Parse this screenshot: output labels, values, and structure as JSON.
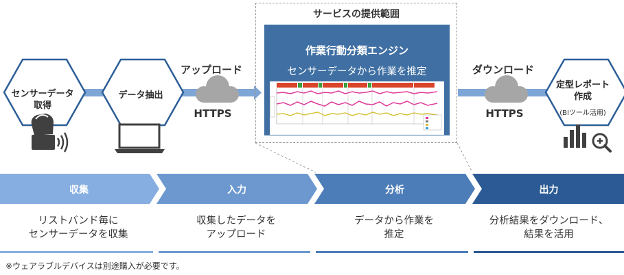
{
  "scope": {
    "title": "サービスの提供範囲"
  },
  "engine": {
    "title": "作業行動分類エンジン",
    "subtitle": "センサーデータから作業を推定"
  },
  "flow": {
    "sensor_node": {
      "line1": "センサーデータ",
      "line2": "取得"
    },
    "extract_node": {
      "label": "データ抽出"
    },
    "report_node": {
      "line1": "定型レポート",
      "line2": "作成",
      "sub": "(BIツール活用)"
    },
    "upload": {
      "label": "アップロード",
      "protocol": "HTTPS"
    },
    "download": {
      "label": "ダウンロード",
      "protocol": "HTTPS"
    }
  },
  "steps": [
    {
      "label": "収集",
      "description": "リストバンド毎に\nセンサーデータを収集",
      "color": "#86aee0"
    },
    {
      "label": "入力",
      "description": "収集したデータを\nアップロード",
      "color": "#6c98cf"
    },
    {
      "label": "分析",
      "description": "データから作業を\n推定",
      "color": "#4d7db8"
    },
    {
      "label": "出力",
      "description": "分析結果をダウンロード、\n結果を活用",
      "color": "#2c5a94"
    }
  ],
  "footnote": "※ウェアラブルデバイスは別途購入が必要です。",
  "colors": {
    "hex_border": "#2d5e97",
    "arrow": "#7da6d6",
    "cloud": "#a6a6a6",
    "engine_bg": "#3f6fa3",
    "icon_dark": "#404040"
  },
  "icons": [
    "wristband-icon",
    "laptop-icon",
    "cloud-icon",
    "bar-chart-magnifier-icon"
  ]
}
